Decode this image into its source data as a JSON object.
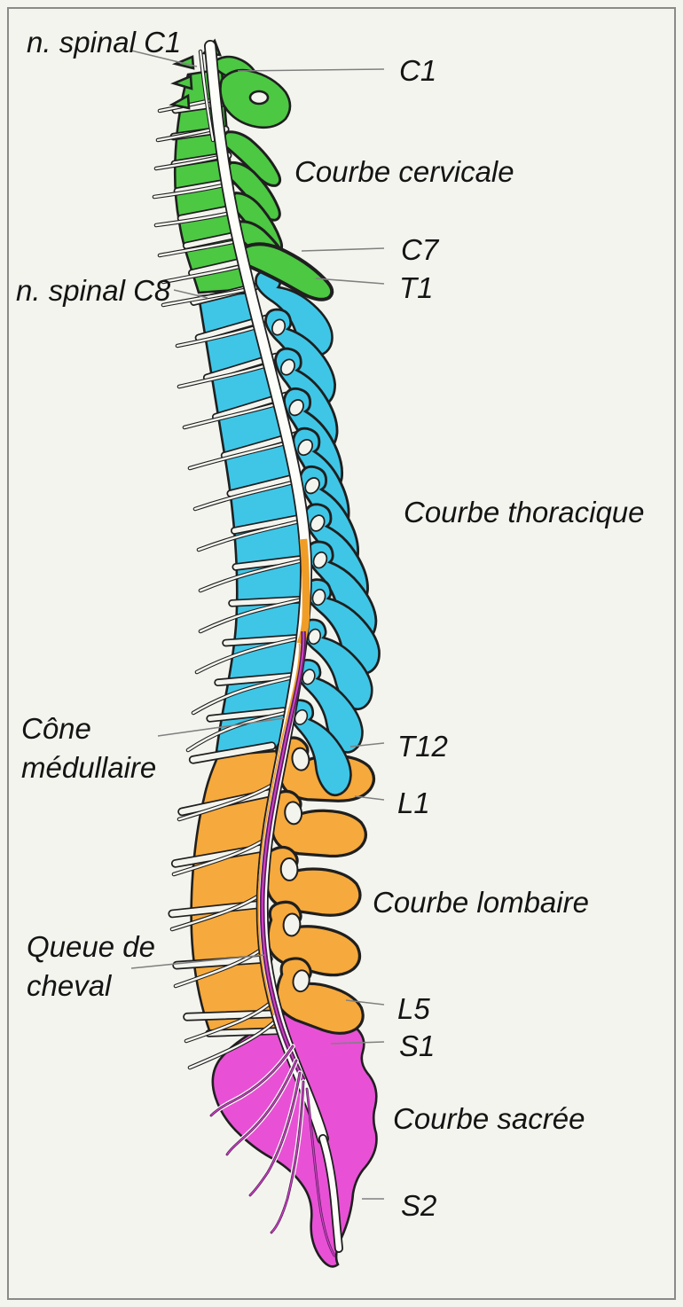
{
  "diagram": {
    "labels": {
      "nerve_c1": "n. spinal C1",
      "c1": "C1",
      "cervical_curve": "Courbe cervicale",
      "c7": "C7",
      "t1": "T1",
      "nerve_c8": "n. spinal C8",
      "thoracic_curve": "Courbe thoracique",
      "conus": "Cône médullaire",
      "t12": "T12",
      "l1": "L1",
      "lumbar_curve": "Courbe lombaire",
      "cauda": "Queue de cheval",
      "l5": "L5",
      "s1": "S1",
      "sacral_curve": "Courbe sacrée",
      "s2": "S2"
    },
    "colors": {
      "background": "#f4f4ef",
      "frame": "#8a8a8a",
      "outline": "#1f1f1f",
      "text": "#141414",
      "leader": "#808080",
      "cervical": "#4cc843",
      "thoracic": "#3fc6e6",
      "lumbar": "#f6a93c",
      "sacral": "#e851d5",
      "cord": "#fdfdfa",
      "conus": "#f09d28",
      "cauda": "#cf3ec6"
    }
  }
}
